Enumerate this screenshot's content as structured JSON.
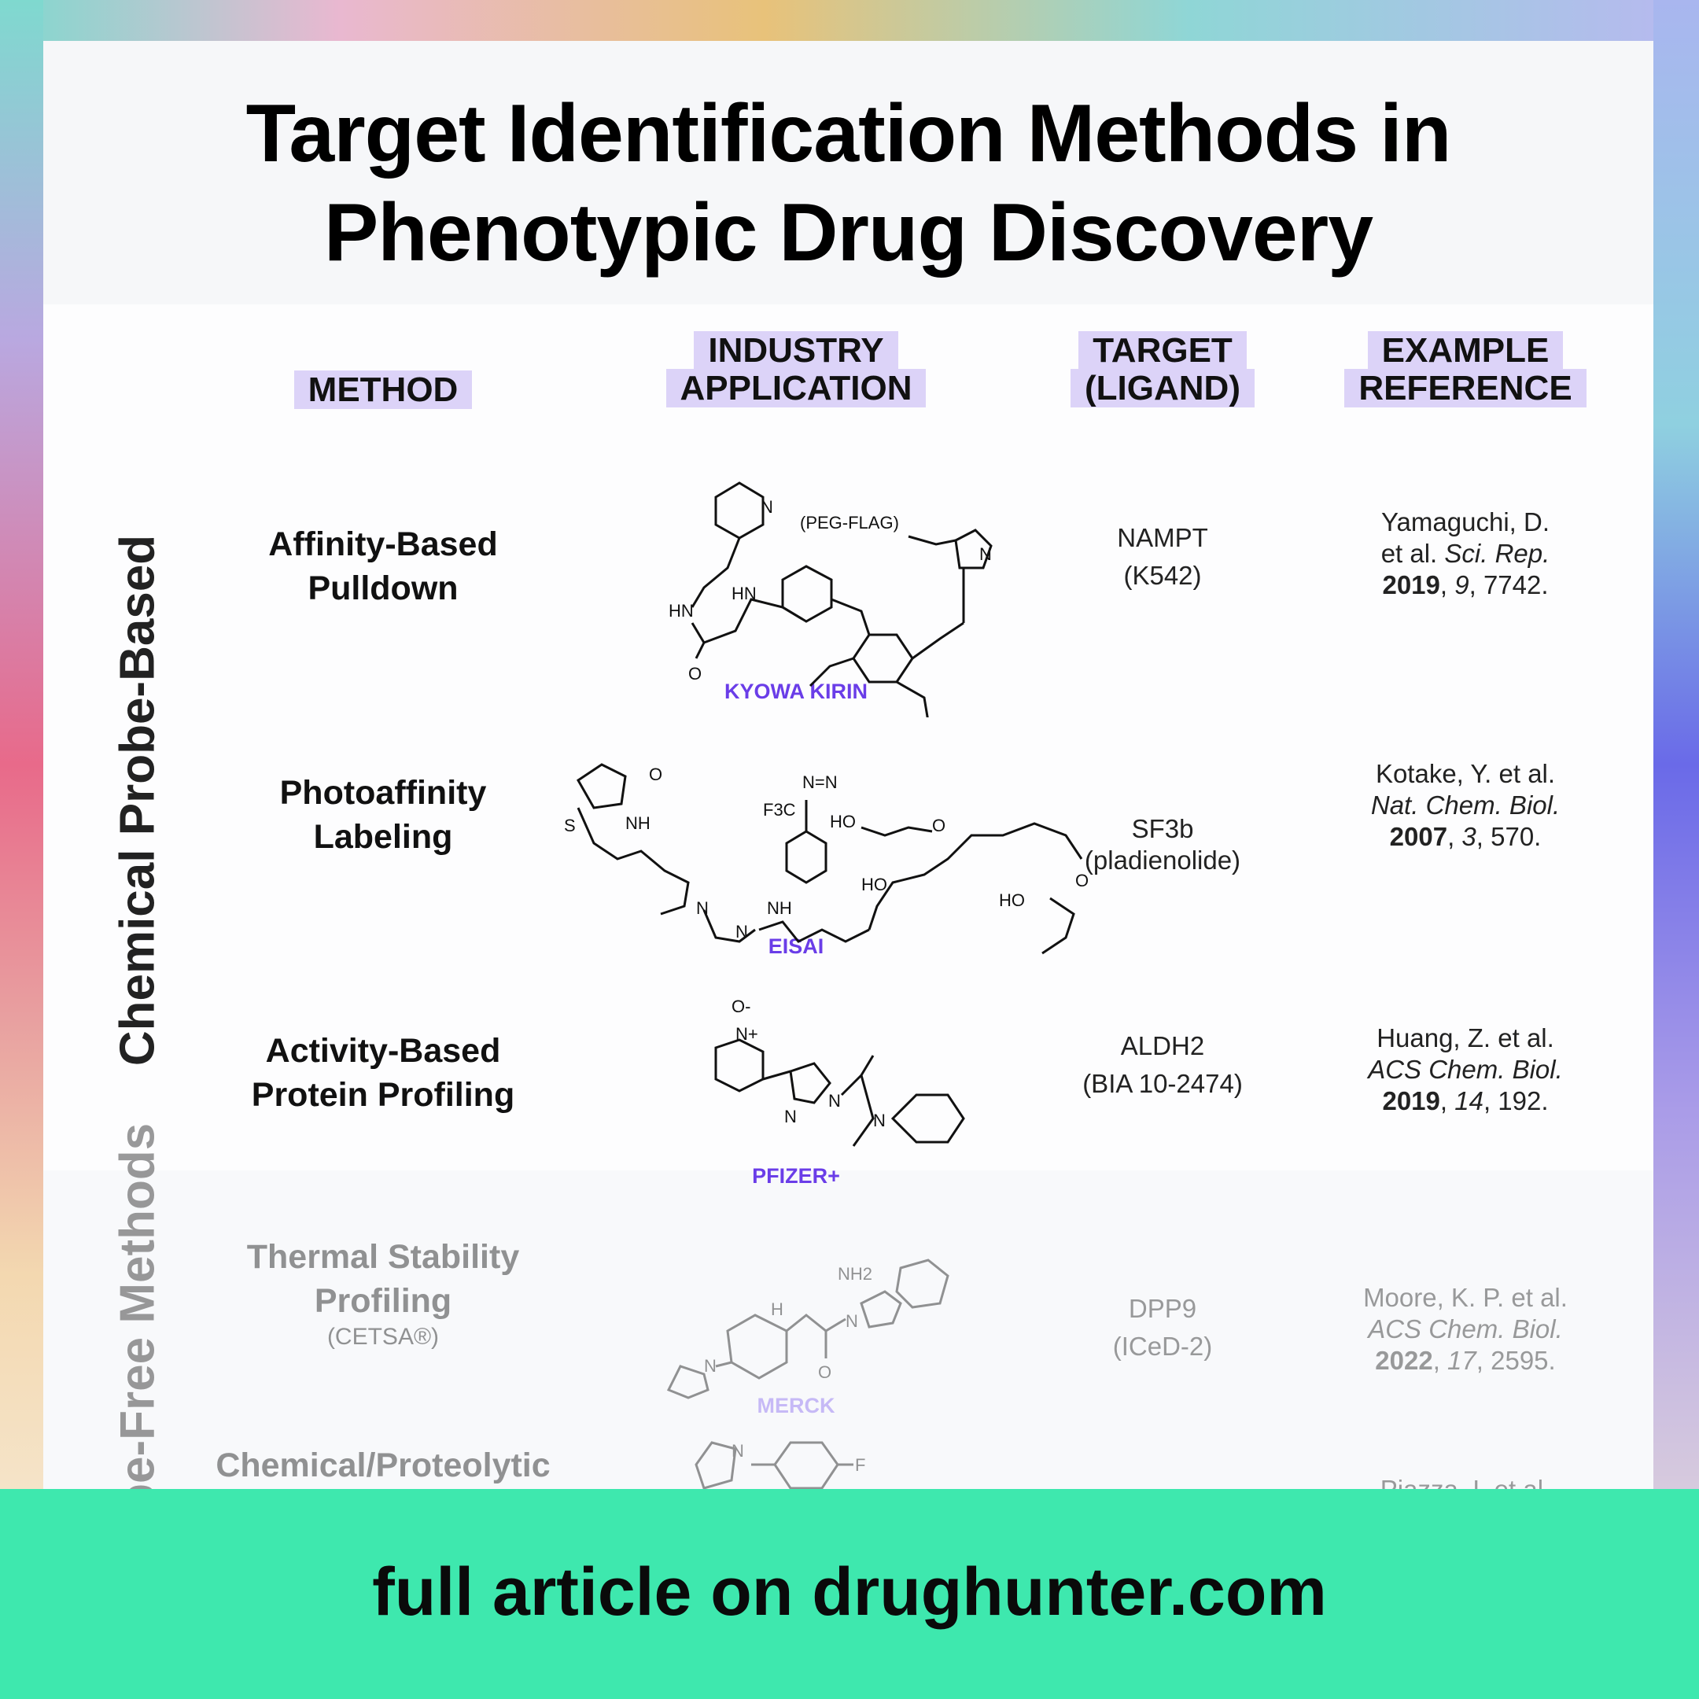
{
  "title": {
    "line1": "Target Identification Methods in",
    "line2": "Phenotypic Drug Discovery"
  },
  "headers": {
    "method": "METHOD",
    "industry": [
      "INDUSTRY",
      "APPLICATION"
    ],
    "target": [
      "TARGET",
      "(LIGAND)"
    ],
    "reference": [
      "EXAMPLE",
      "REFERENCE"
    ]
  },
  "sections": {
    "probe": "Chemical Probe-Based",
    "free": "Probe-Free Methods"
  },
  "rows": [
    {
      "method": [
        "Affinity-Based",
        "Pulldown"
      ],
      "company": "KYOWA KIRIN",
      "target": [
        "NAMPT",
        "(K542)"
      ],
      "ref": {
        "authors": "Yamaguchi, D.",
        "line2a": "et al. ",
        "journal": "Sci. Rep.",
        "year": "2019",
        "vol": "9",
        "page": "7742."
      }
    },
    {
      "method": [
        "Photoaffinity",
        "Labeling"
      ],
      "company": "EISAI",
      "target": [
        "SF3b",
        "(pladienolide)"
      ],
      "ref": {
        "authors": "Kotake, Y. et al.",
        "journal": "Nat. Chem. Biol.",
        "year": "2007",
        "vol": "3",
        "page": "570."
      }
    },
    {
      "method": [
        "Activity-Based",
        "Protein Profiling"
      ],
      "company": "PFIZER+",
      "target": [
        "ALDH2",
        "(BIA 10-2474)"
      ],
      "ref": {
        "authors": "Huang, Z. et al.",
        "journal": "ACS Chem. Biol.",
        "year": "2019",
        "vol": "14",
        "page": "192."
      }
    },
    {
      "method": [
        "Thermal Stability",
        "Profiling"
      ],
      "method_note": "(CETSA®)",
      "company": "MERCK",
      "target": [
        "DPP9",
        "(ICeD-2)"
      ],
      "ref": {
        "authors": "Moore, K. P. et al.",
        "journal": "ACS Chem. Biol.",
        "year": "2022",
        "vol": "17",
        "page": "2595."
      }
    },
    {
      "method": [
        "Chemical/Proteolytic"
      ],
      "ref": {
        "authors": "Piazza, I. et al."
      }
    }
  ],
  "molecules": {
    "m1": {
      "peg": "(PEG-FLAG)",
      "n": "N",
      "hn": "HN",
      "o": "O"
    },
    "m2": {
      "cf3": "F3C",
      "nn": "N=N",
      "ho": "HO",
      "o": "O",
      "nh": "NH",
      "s": "S",
      "n": "N"
    },
    "m3": {
      "o": "O-",
      "nplus": "N+",
      "n": "N"
    },
    "m4": {
      "nh2": "NH2",
      "h": "H",
      "n": "N",
      "o": "O"
    },
    "m5": {
      "n": "N",
      "f": "F"
    }
  },
  "footer": {
    "text": "full article on drughunter.com"
  },
  "colors": {
    "accent": "#6a3de8",
    "header_box": "#dcd3f8",
    "footer": "#3ee8ae"
  }
}
